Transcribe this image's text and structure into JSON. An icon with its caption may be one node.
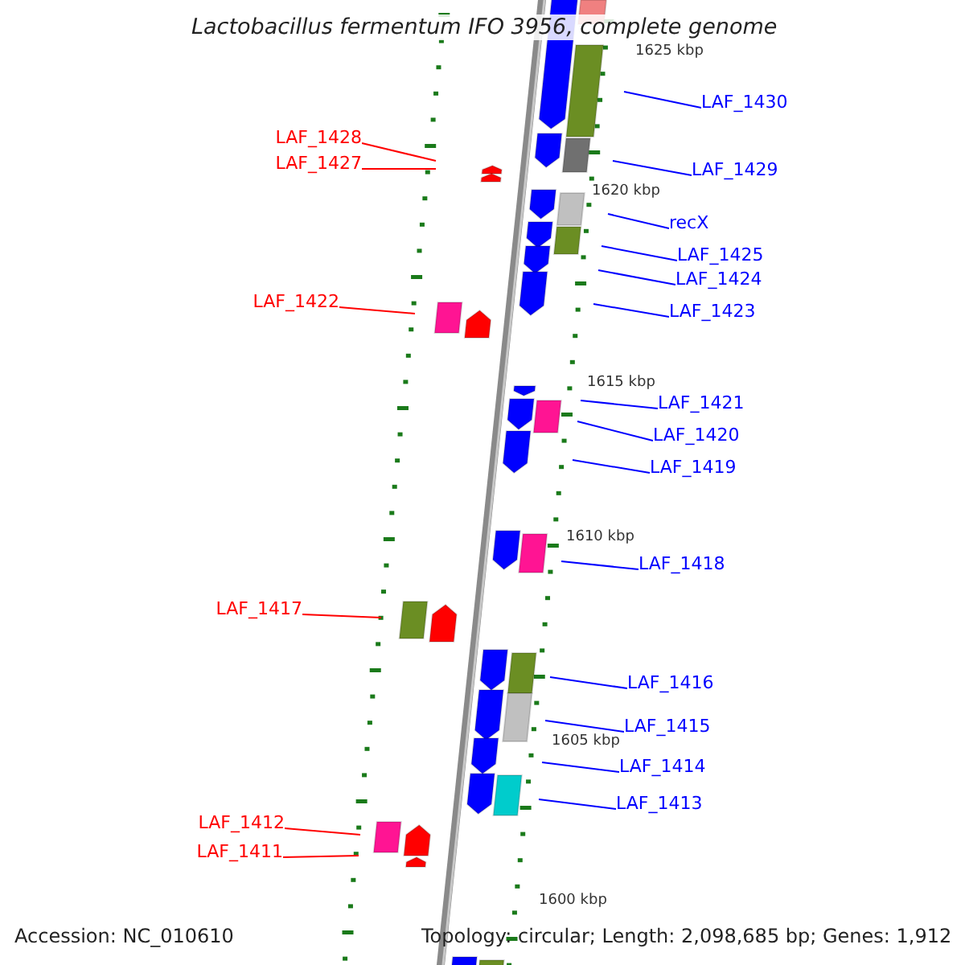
{
  "diagram": {
    "title": "Lactobacillus fermentum IFO 3956, complete genome",
    "nodes": [
      {
        "text": [
          "LAF_1430"
        ]
      },
      {
        "text": [
          "LAF_1428"
        ]
      },
      {
        "text": [
          "LAF_1427"
        ]
      },
      {
        "text": [
          "LAF_1429"
        ]
      },
      {
        "text": [
          "recX"
        ]
      },
      {
        "text": [
          "LAF_1425"
        ]
      },
      {
        "text": [
          "LAF_1424"
        ]
      },
      {
        "text": [
          "LAF_1423"
        ]
      },
      {
        "text": [
          "LAF_1422"
        ]
      },
      {
        "text": [
          "LAF_1421"
        ]
      },
      {
        "text": [
          "LAF_1420"
        ]
      },
      {
        "text": [
          "LAF_1419"
        ]
      },
      {
        "text": [
          "LAF_1418"
        ]
      },
      {
        "text": [
          "LAF_1417"
        ]
      },
      {
        "text": [
          "LAF_1416"
        ]
      },
      {
        "text": [
          "LAF_1415"
        ]
      },
      {
        "text": [
          "LAF_1414"
        ]
      },
      {
        "text": [
          "LAF_1413"
        ]
      },
      {
        "text": [
          "LAF_1412"
        ]
      },
      {
        "text": [
          "LAF_1411"
        ]
      }
    ],
    "edges": [
      {
        "from": 0,
        "to": null,
        "arrow": "none"
      },
      {
        "from": 1,
        "to": null,
        "arrow": "none",
        "color": "#ff0000"
      },
      {
        "from": 2,
        "to": null,
        "arrow": "none",
        "color": "#ff0000"
      },
      {
        "from": 3,
        "to": null,
        "arrow": "none"
      },
      {
        "from": 4,
        "to": null,
        "arrow": "none"
      },
      {
        "from": 5,
        "to": null,
        "arrow": "none"
      },
      {
        "from": 6,
        "to": null,
        "arrow": "none"
      },
      {
        "from": 7,
        "to": null,
        "arrow": "none"
      },
      {
        "from": 8,
        "to": null,
        "arrow": "none",
        "color": "#ff0000"
      },
      {
        "from": 9,
        "to": null,
        "arrow": "none"
      },
      {
        "from": 10,
        "to": null,
        "arrow": "none"
      },
      {
        "from": 11,
        "to": null,
        "arrow": "none"
      },
      {
        "from": 12,
        "to": null,
        "arrow": "none"
      },
      {
        "from": 13,
        "to": null,
        "arrow": "none",
        "color": "#ff0000"
      },
      {
        "from": 14,
        "to": null,
        "arrow": "none"
      },
      {
        "from": 15,
        "to": null,
        "arrow": "none"
      },
      {
        "from": 16,
        "to": null,
        "arrow": "none"
      },
      {
        "from": 17,
        "to": null,
        "arrow": "none"
      },
      {
        "from": 18,
        "to": null,
        "arrow": "none",
        "color": "#ff0000"
      },
      {
        "from": 19,
        "to": null,
        "arrow": "none",
        "color": "#ff0000"
      }
    ],
    "labels": [
      "1625 kbp",
      "1620 kbp",
      "1615 kbp",
      "1610 kbp",
      "1605 kbp",
      "1600 kbp",
      "Accession: NC_010610",
      "Topology: circular; Length: 2,098,685 bp; Genes: 1,912"
    ]
  }
}
